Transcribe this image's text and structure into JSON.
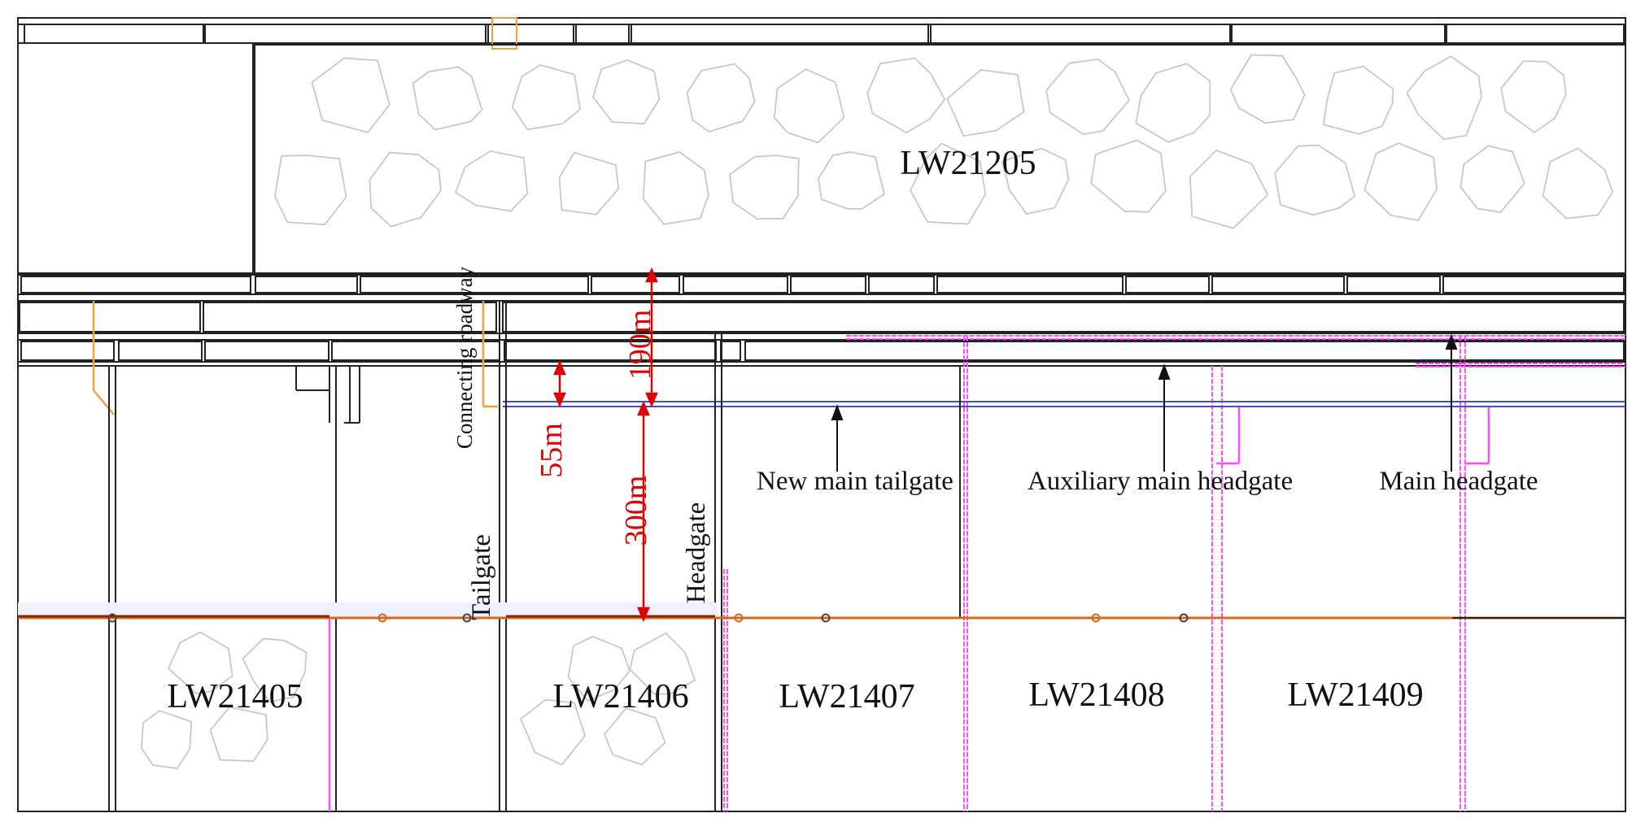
{
  "panels": {
    "top": "LW21205",
    "bottom": [
      "LW21405",
      "LW21406",
      "LW21407",
      "LW21408",
      "LW21409"
    ]
  },
  "roadways": {
    "connecting": "Connecting roadway",
    "tailgate": "Tailgate",
    "headgate": "Headgate",
    "new_main_tailgate": "New main tailgate",
    "auxiliary_main_headgate": "Auxiliary main headgate",
    "main_headgate": "Main headgate"
  },
  "dimensions": {
    "d190": "190m",
    "d55": "55m",
    "d300": "300m"
  },
  "colors": {
    "outline": "#222222",
    "rock": "#c8c8c8",
    "magenta": "#ff4dff",
    "orange": "#f0a040",
    "blue": "#3d4fd6",
    "face_line": "#d2691e",
    "dimension": "#e00000"
  }
}
